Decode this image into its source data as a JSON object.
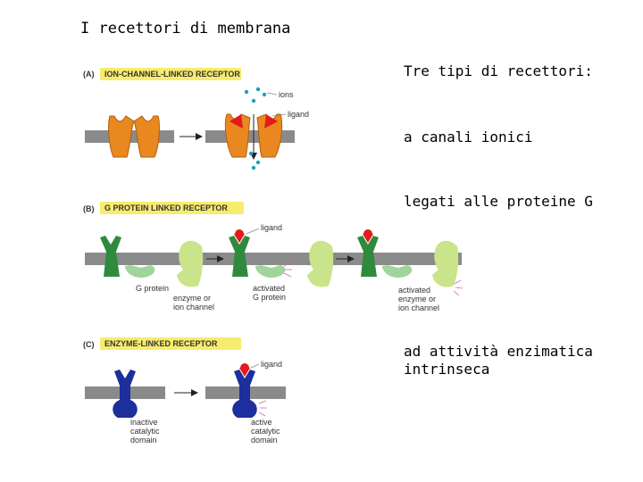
{
  "slide": {
    "title": "I recettori di membrana",
    "side_heading": "Tre tipi di recettori:",
    "side_items": [
      "a canali ionici",
      "legati alle proteine G",
      "ad attività enzimatica intrinseca"
    ]
  },
  "diagram": {
    "panel_a": {
      "letter": "(A)",
      "header": "ION-CHANNEL-LINKED RECEPTOR",
      "labels": {
        "ions": "ions",
        "ligand": "ligand"
      }
    },
    "panel_b": {
      "letter": "(B)",
      "header": "G PROTEIN LINKED RECEPTOR",
      "labels": {
        "ligand": "ligand",
        "g_protein": "G protein",
        "enzyme_1": "enzyme or",
        "enzyme_2": "ion channel",
        "activated_g_1": "activated",
        "activated_g_2": "G protein",
        "activated_e_1": "activated",
        "activated_e_2": "enzyme or",
        "activated_e_3": "ion channel"
      }
    },
    "panel_c": {
      "letter": "(C)",
      "header": "ENZYME-LINKED RECEPTOR",
      "labels": {
        "ligand": "ligand",
        "inactive_1": "inactive",
        "inactive_2": "catalytic",
        "inactive_3": "domain",
        "active_1": "active",
        "active_2": "catalytic",
        "active_3": "domain"
      }
    },
    "colors": {
      "header_bg": "#f7ec6e",
      "membrane": "#8a8a8a",
      "ion_channel": "#e8881e",
      "ligand": "#e31b1b",
      "receptor_green": "#2e8b3e",
      "g_protein": "#9fd49a",
      "enzyme": "#c9e48a",
      "enzyme_receptor": "#1d2f9c",
      "ions": "#1aa0c0"
    }
  }
}
